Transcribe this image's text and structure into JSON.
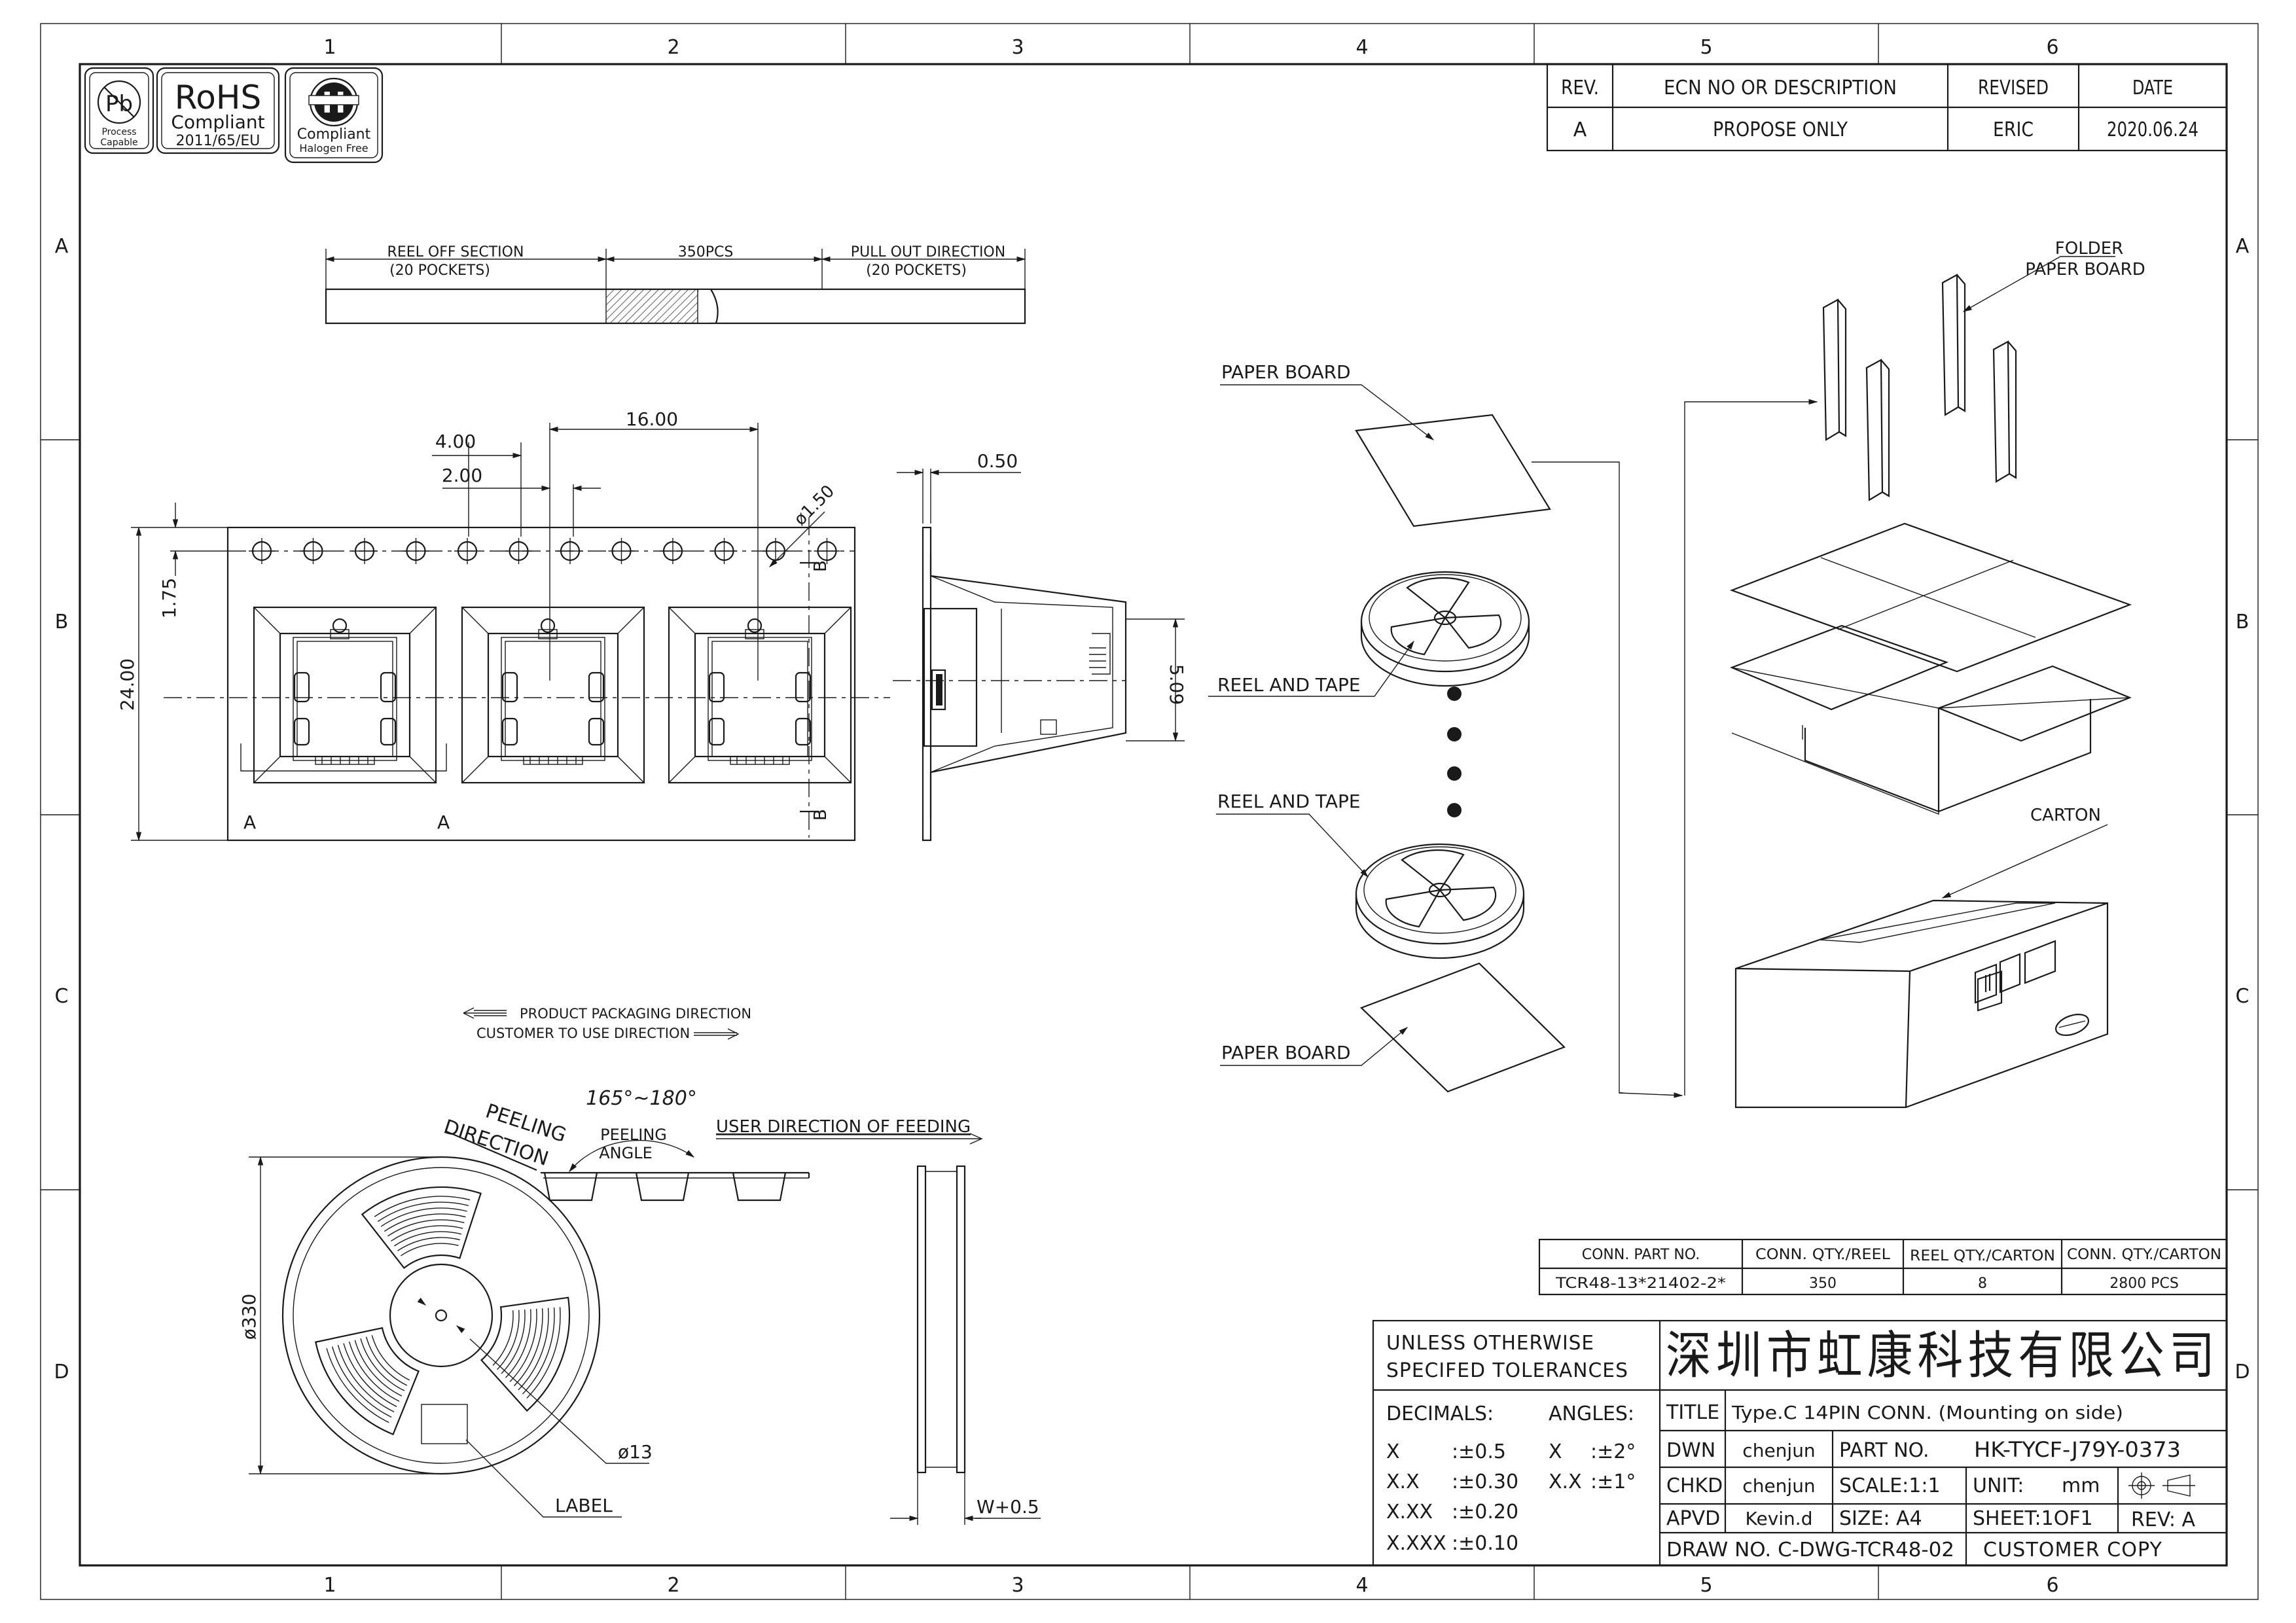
{
  "grid": {
    "cols": [
      "1",
      "2",
      "3",
      "4",
      "5",
      "6"
    ],
    "rows": [
      "A",
      "B",
      "C",
      "D"
    ]
  },
  "logos": {
    "pb_text": "Pb",
    "pb_sub1": "Process",
    "pb_sub2": "Capable",
    "rohs_title": "RoHS",
    "rohs_sub1": "Compliant",
    "rohs_sub2": "2011/65/EU",
    "halogen_mark": "H",
    "halogen_sub1": "Compliant",
    "halogen_sub2": "Halogen Free"
  },
  "revision_block": {
    "headers": [
      "REV.",
      "ECN NO OR DESCRIPTION",
      "REVISED",
      "DATE"
    ],
    "row": [
      "A",
      "PROPOSE ONLY",
      "ERIC",
      "2020.06.24"
    ]
  },
  "tape_strip": {
    "reel_off": "REEL OFF SECTION",
    "reel_off_sub": "(20 POCKETS)",
    "mid": "350PCS",
    "pull_out": "PULL OUT DIRECTION",
    "pull_out_sub": "(20 POCKETS)"
  },
  "tape_dims": {
    "d400": "4.00",
    "d200": "2.00",
    "d1600": "16.00",
    "hole": "ø1.50",
    "d175": "1.75",
    "d2400": "24.00",
    "section_a": "A",
    "section_b": "B",
    "d050": "0.50",
    "d509": "5.09"
  },
  "packaging_labels": {
    "paper_board_top": "PAPER BOARD",
    "reel_tape_1": "REEL AND TAPE",
    "reel_tape_2": "REEL AND TAPE",
    "paper_board_bottom": "PAPER BOARD",
    "folder_1": "FOLDER",
    "folder_2": "PAPER BOARD",
    "carton": "CARTON"
  },
  "direction_notes": {
    "product_dir": "PRODUCT PACKAGING DIRECTION",
    "customer_dir": "CUSTOMER TO USE DIRECTION"
  },
  "reel_view": {
    "peeling_dir_1": "PEELING",
    "peeling_dir_2": "DIRECTION",
    "angle": "165°~180°",
    "peeling_angle_1": "PEELING",
    "peeling_angle_2": "ANGLE",
    "user_dir": "USER DIRECTION OF FEEDING",
    "dia_330": "ø330",
    "dia_13": "ø13",
    "label": "LABEL",
    "width": "W+0.5"
  },
  "qty_table": {
    "headers": [
      "CONN. PART NO.",
      "CONN. QTY./REEL",
      "REEL QTY./CARTON",
      "CONN. QTY./CARTON"
    ],
    "row": [
      "TCR48-13*21402-2*",
      "350",
      "8",
      "2800 PCS"
    ]
  },
  "title_block": {
    "tol_1": "UNLESS OTHERWISE",
    "tol_2": "SPECIFED TOLERANCES",
    "company": "深圳市虹康科技有限公司",
    "decimals": "DECIMALS:",
    "angles": "ANGLES:",
    "tol_rows": [
      {
        "k": "X",
        "v": ":±0.5"
      },
      {
        "k": "X.X",
        "v": ":±0.30"
      },
      {
        "k": "X.XX",
        "v": ":±0.20"
      },
      {
        "k": "X.XXX",
        "v": ":±0.10"
      }
    ],
    "ang_rows": [
      {
        "k": "X",
        "v": ":±2°"
      },
      {
        "k": "X.X",
        "v": ":±1°"
      }
    ],
    "title_label": "TITLE",
    "title_value": "Type.C 14PIN CONN. (Mounting on side)",
    "dwn_label": "DWN",
    "dwn_value": "chenjun",
    "part_label": "PART NO.",
    "part_value": "HK-TYCF-J79Y-0373",
    "chkd_label": "CHKD",
    "chkd_value": "chenjun",
    "scale": "SCALE:1:1",
    "unit": "UNIT:",
    "unit_value": "mm",
    "apvd_label": "APVD",
    "apvd_value": "Kevin.d",
    "size": "SIZE: A4",
    "sheet": "SHEET:1OF1",
    "rev": "REV: A",
    "draw_no": "DRAW NO. C-DWG-TCR48-02",
    "copy": "CUSTOMER COPY"
  }
}
